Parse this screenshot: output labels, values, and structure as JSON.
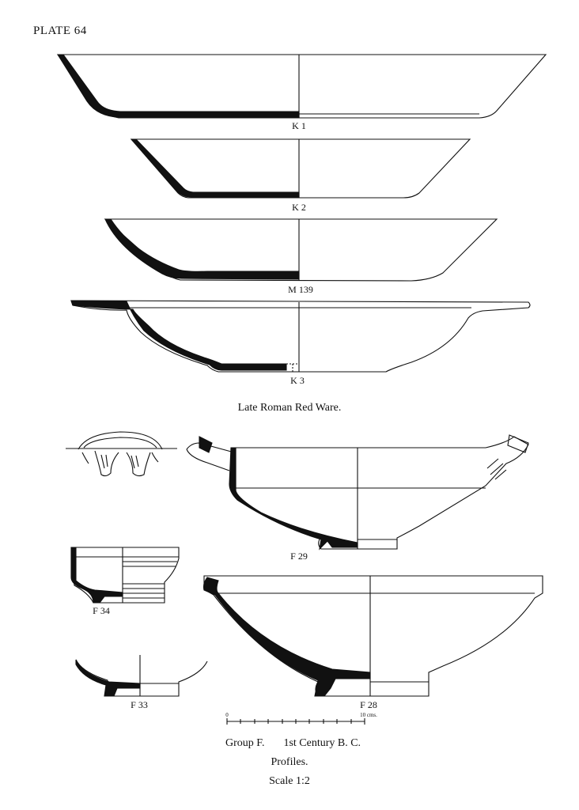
{
  "plate": {
    "title": "PLATE 64"
  },
  "section_upper": {
    "title": "Late Roman Red Ware."
  },
  "vessels": [
    {
      "id": "k1",
      "label": "K 1"
    },
    {
      "id": "k2",
      "label": "K 2"
    },
    {
      "id": "m139",
      "label": "M 139"
    },
    {
      "id": "k3",
      "label": "K 3"
    },
    {
      "id": "f29",
      "label": "F 29"
    },
    {
      "id": "f34",
      "label": "F 34"
    },
    {
      "id": "f33",
      "label": "F 33"
    },
    {
      "id": "f28",
      "label": "F 28"
    }
  ],
  "scale_bar": {
    "start": "0",
    "end": "10 cms."
  },
  "caption": {
    "group": "Group F.",
    "century": "1st Century B. C.",
    "profiles": "Profiles.",
    "scale": "Scale 1:2"
  }
}
